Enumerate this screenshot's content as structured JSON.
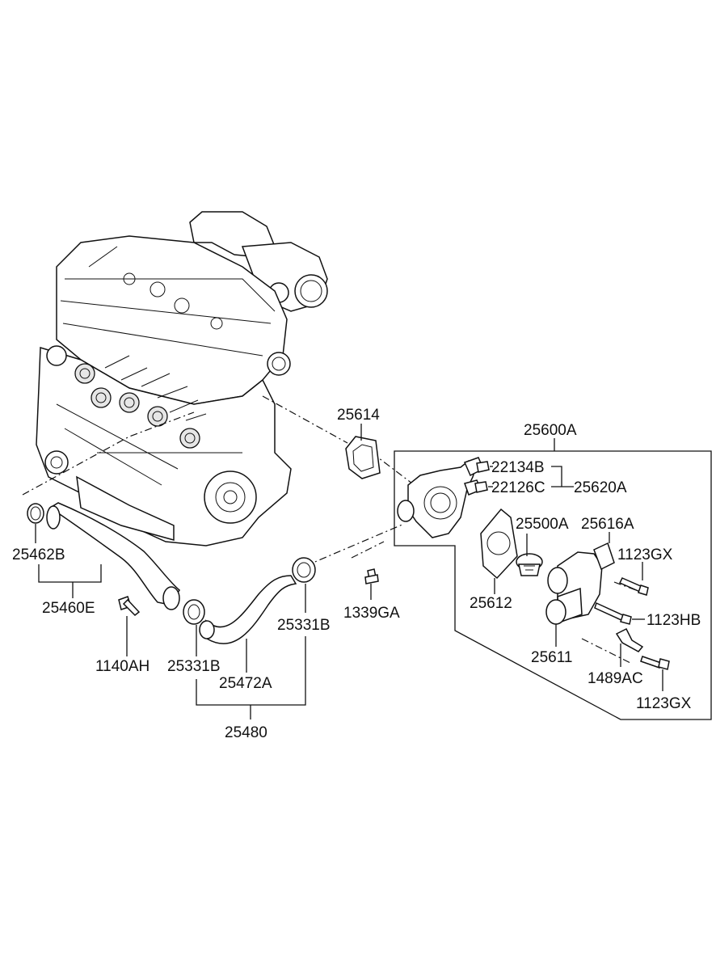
{
  "labels": {
    "p25614": "25614",
    "p25600A": "25600A",
    "p22134B": "22134B",
    "p22126C": "22126C",
    "p25620A": "25620A",
    "p25500A": "25500A",
    "p25616A": "25616A",
    "p1123GX_a": "1123GX",
    "p25612": "25612",
    "p1339GA": "1339GA",
    "p1123HB": "1123HB",
    "p25611": "25611",
    "p1489AC": "1489AC",
    "p1123GX_b": "1123GX",
    "p25462B": "25462B",
    "p25460E": "25460E",
    "p1140AH": "1140AH",
    "p25331B_a": "25331B",
    "p25331B_b": "25331B",
    "p25472A": "25472A",
    "p25480": "25480"
  },
  "icons": {
    "engine": "engine-block-icon",
    "thermostat": "thermostat-icon",
    "hose": "coolant-hose-icon",
    "clamp": "hose-clamp-icon",
    "bolt": "bolt-icon",
    "gasket": "gasket-icon"
  }
}
